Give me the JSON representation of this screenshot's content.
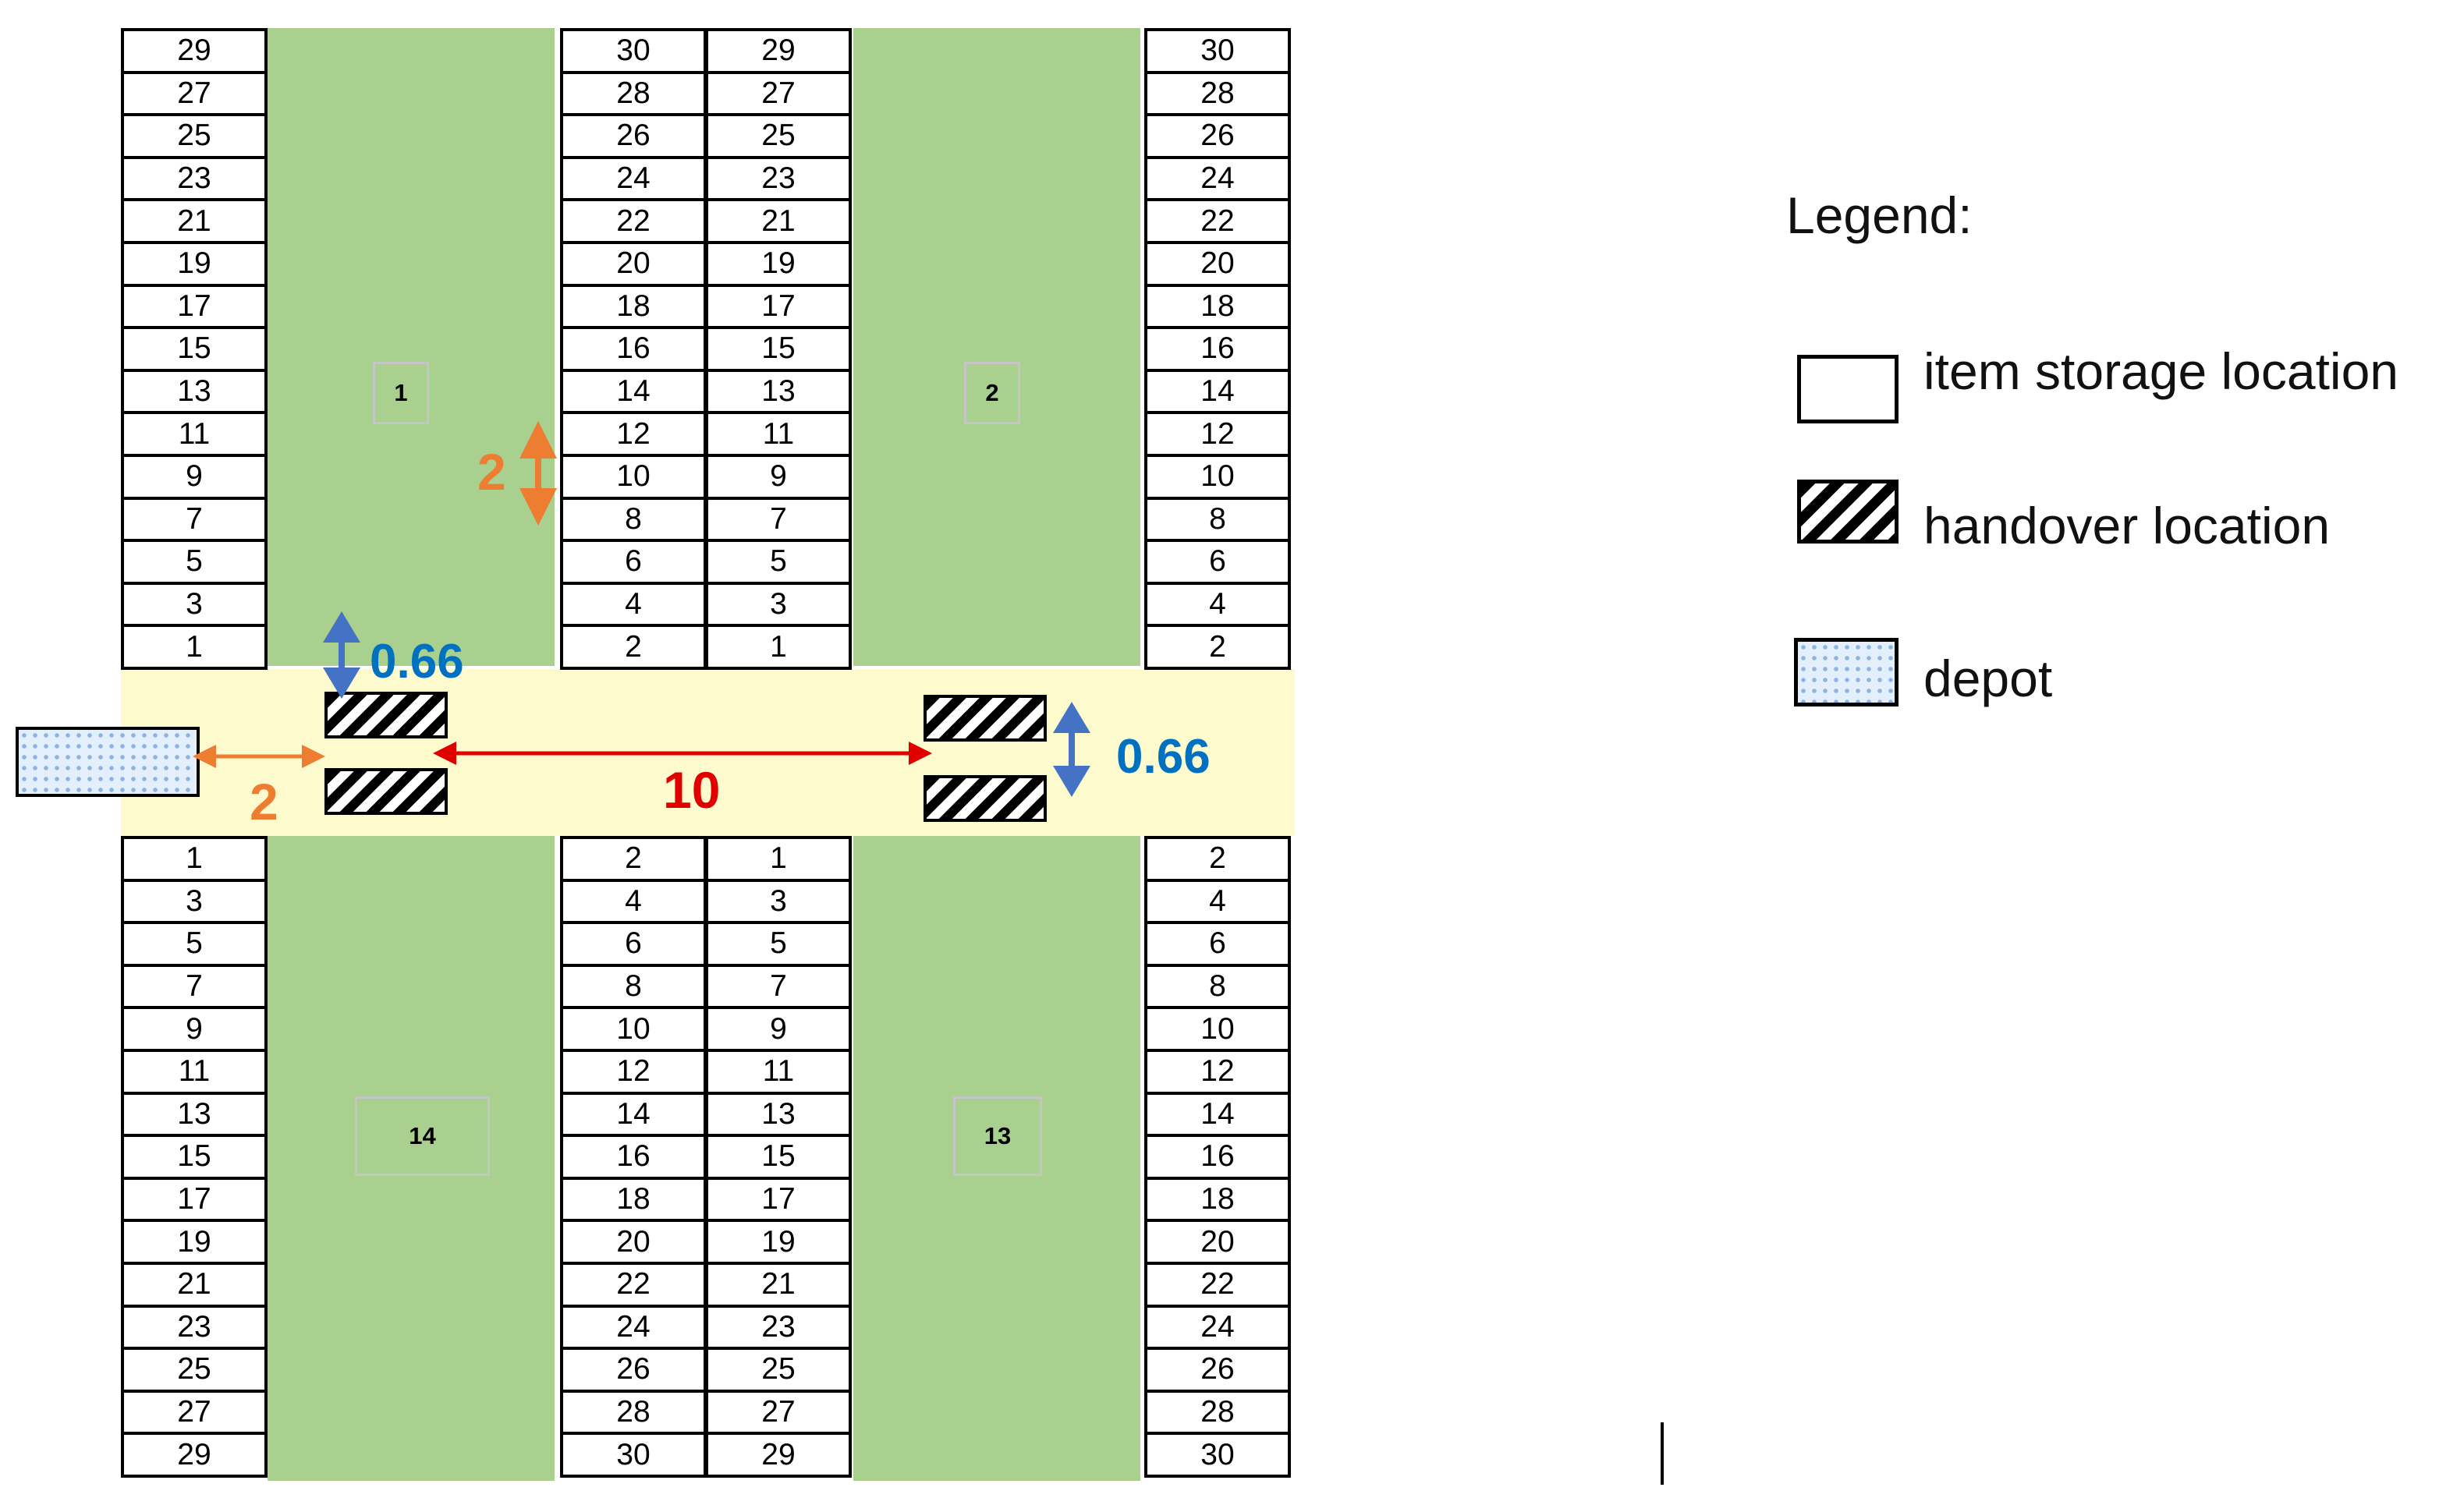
{
  "aisle_labels": {
    "top_left": "1",
    "top_right": "2",
    "bottom_left": "14",
    "bottom_right": "13"
  },
  "dimensions": {
    "cross_aisle_distance": "10",
    "depot_distance": "2",
    "location_depth": "2",
    "handover_gap_left": "0.66",
    "handover_gap_right": "0.66"
  },
  "legend": {
    "title": "Legend:",
    "items": [
      {
        "label": "item storage location",
        "swatch": "white-box"
      },
      {
        "label": "handover location",
        "swatch": "hatched-box"
      },
      {
        "label": "depot",
        "swatch": "dotted-blue-box"
      }
    ]
  },
  "colors": {
    "aisle": "#a9d08e",
    "cross_aisle": "#fdfbce",
    "depot": "#e3f0fc",
    "arrow_red": "#e00000",
    "arrow_orange": "#ed7d31",
    "arrow_blue": "#4472c4",
    "text_blue": "#0070c0"
  },
  "racks": {
    "top_odd": [
      "29",
      "27",
      "25",
      "23",
      "21",
      "19",
      "17",
      "15",
      "13",
      "11",
      "9",
      "7",
      "5",
      "3",
      "1"
    ],
    "top_even": [
      "30",
      "28",
      "26",
      "24",
      "22",
      "20",
      "18",
      "16",
      "14",
      "12",
      "10",
      "8",
      "6",
      "4",
      "2"
    ],
    "bottom_odd": [
      "1",
      "3",
      "5",
      "7",
      "9",
      "11",
      "13",
      "15",
      "17",
      "19",
      "21",
      "23",
      "25",
      "27",
      "29"
    ],
    "bottom_even": [
      "2",
      "4",
      "6",
      "8",
      "10",
      "12",
      "14",
      "16",
      "18",
      "20",
      "22",
      "24",
      "26",
      "28",
      "30"
    ]
  }
}
